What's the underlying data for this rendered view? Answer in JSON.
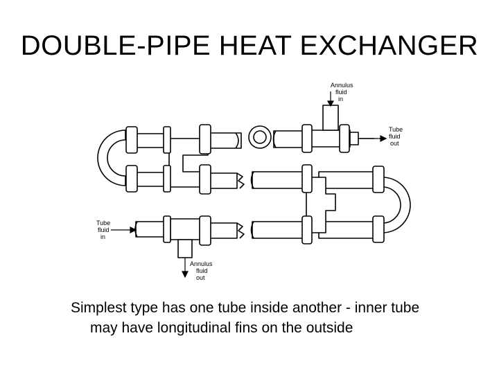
{
  "slide": {
    "title": "DOUBLE-PIPE HEAT EXCHANGER",
    "caption_line1": "Simplest type has one tube inside another - inner tube",
    "caption_line2": "may have longitudinal fins on the outside"
  },
  "diagram": {
    "labels": {
      "annulus_in": [
        "Annulus",
        "fluid",
        "in"
      ],
      "tube_out": [
        "Tube",
        "fluid",
        "out"
      ],
      "tube_in": [
        "Tube",
        "fluid",
        "in"
      ],
      "annulus_out": [
        "Annulus",
        "fluid",
        "out"
      ]
    },
    "colors": {
      "line": "#000000",
      "fill": "#ffffff"
    }
  }
}
